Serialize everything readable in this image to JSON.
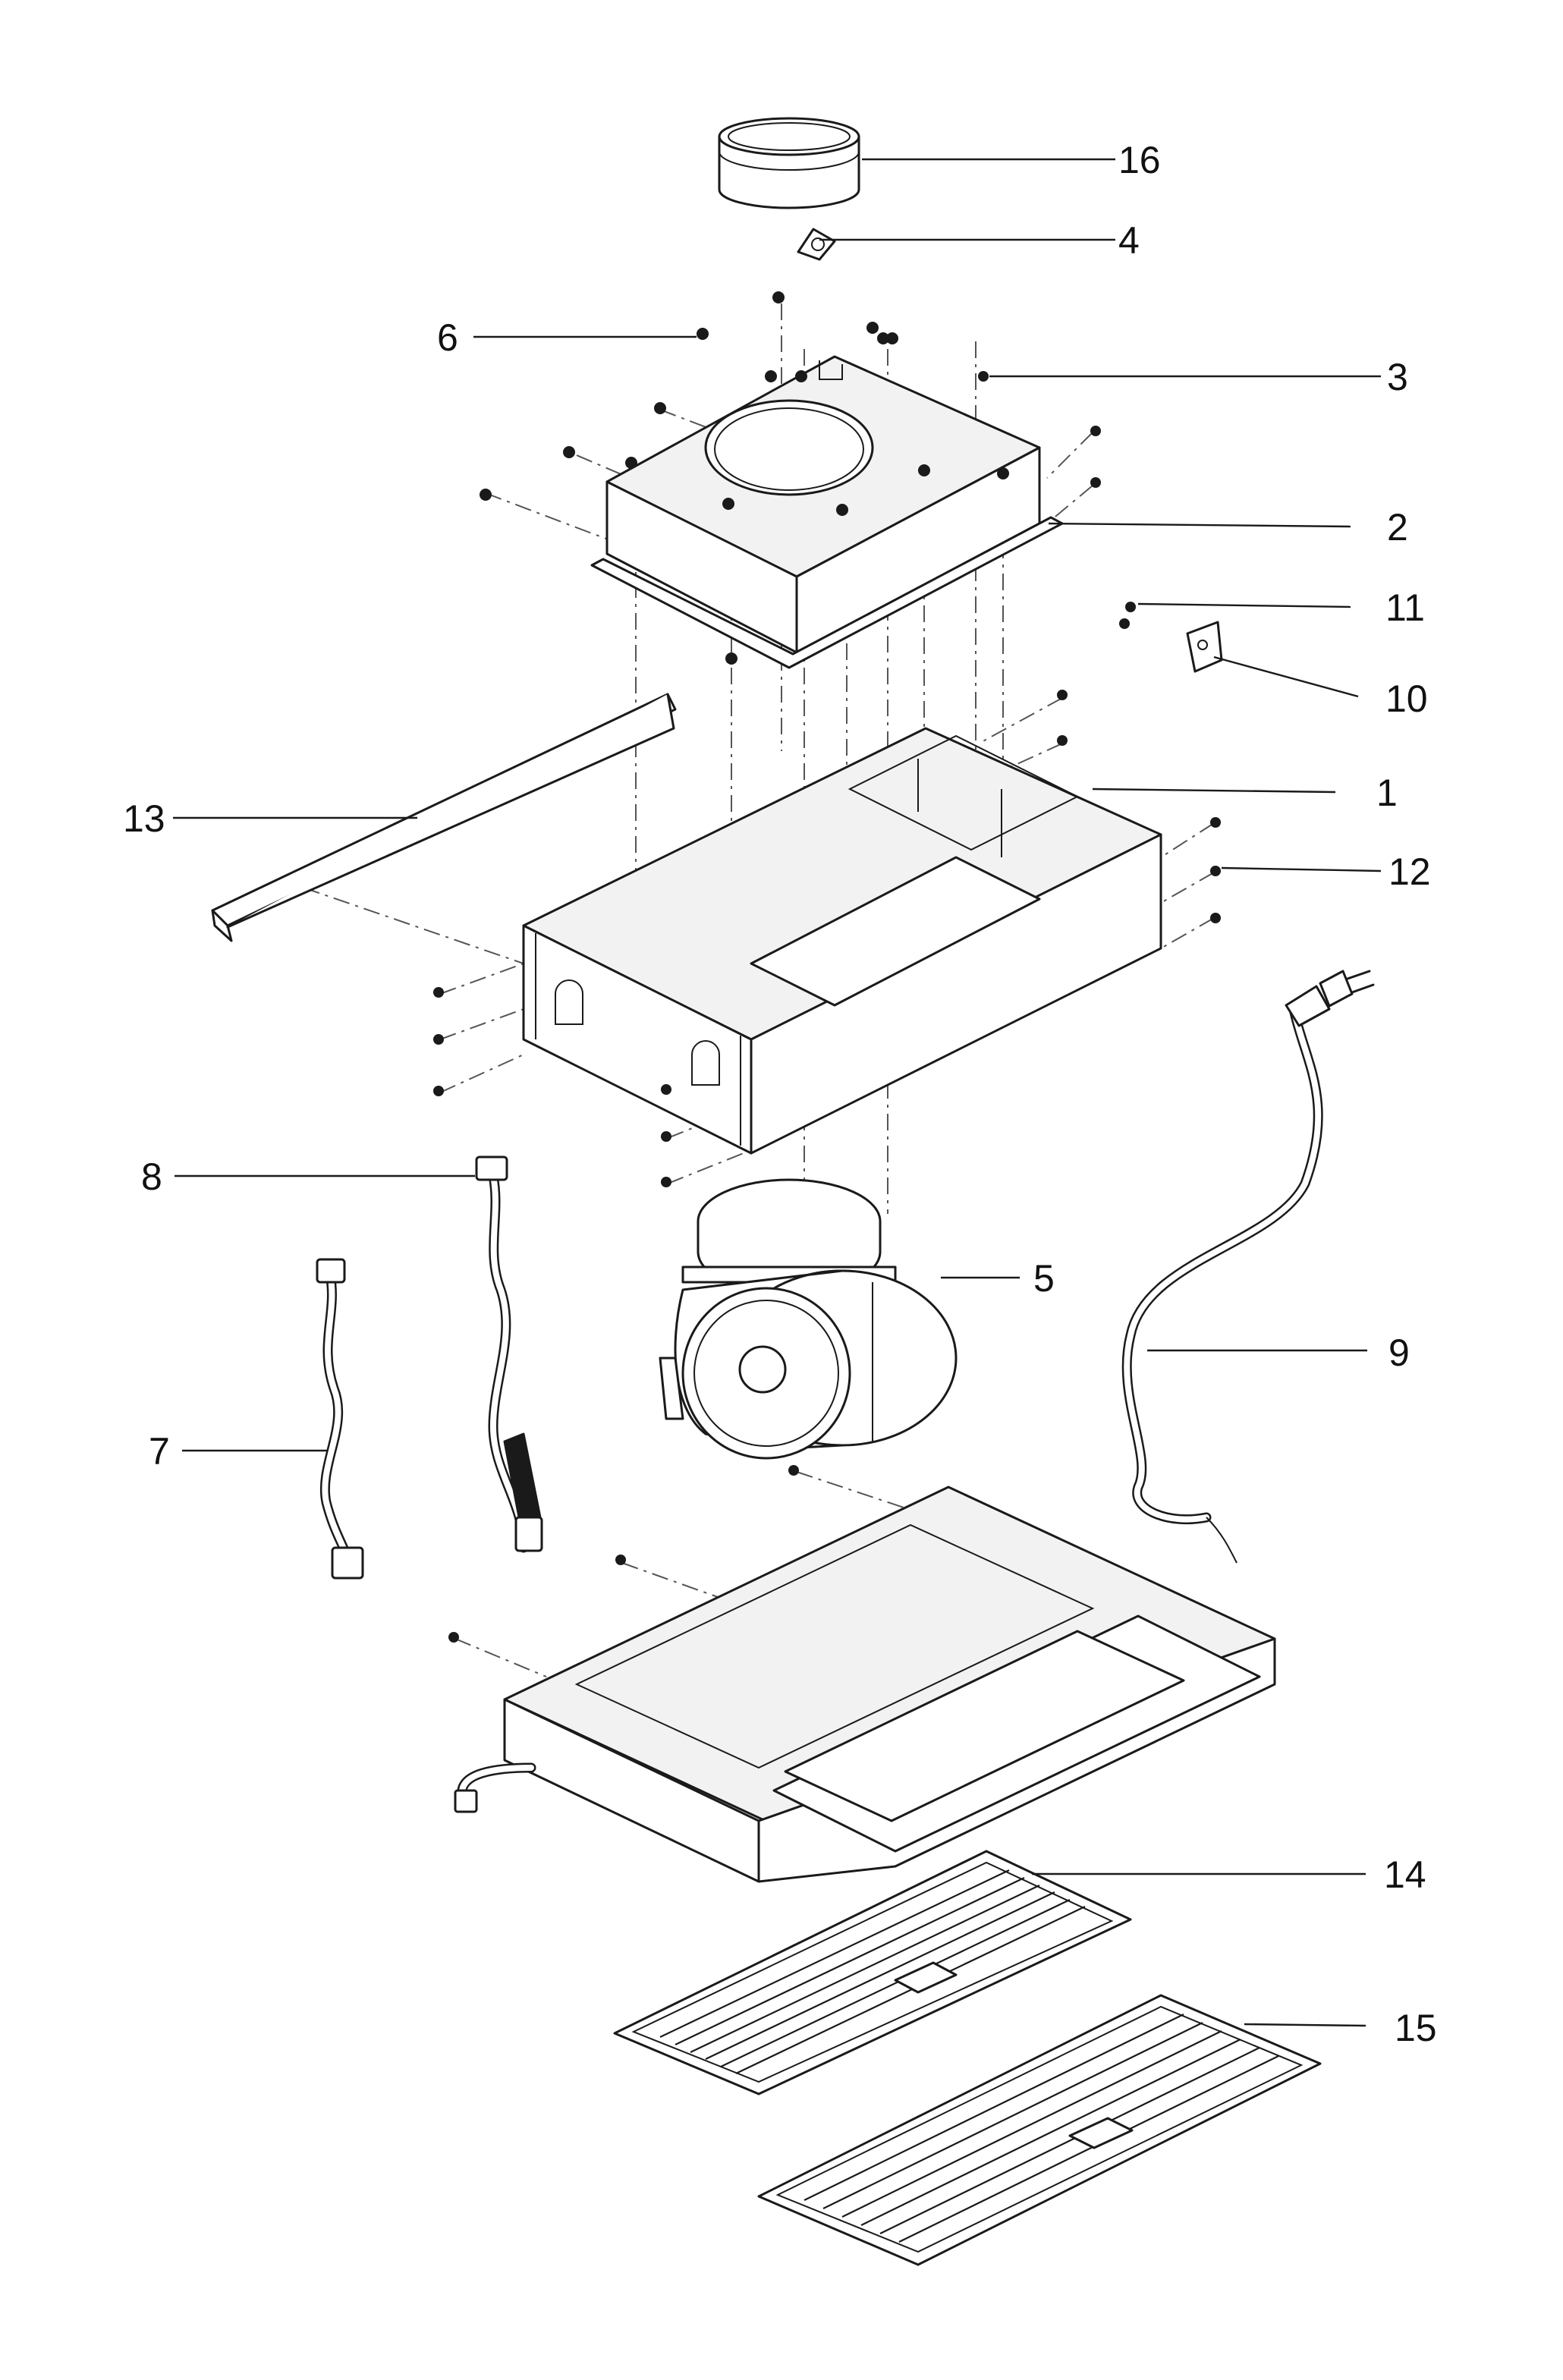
{
  "diagram": {
    "callouts": [
      {
        "id": "16",
        "label": "16"
      },
      {
        "id": "4",
        "label": "4"
      },
      {
        "id": "6",
        "label": "6"
      },
      {
        "id": "3",
        "label": "3"
      },
      {
        "id": "2",
        "label": "2"
      },
      {
        "id": "11",
        "label": "11"
      },
      {
        "id": "10",
        "label": "10"
      },
      {
        "id": "13",
        "label": "13"
      },
      {
        "id": "1",
        "label": "1"
      },
      {
        "id": "12",
        "label": "12"
      },
      {
        "id": "8",
        "label": "8"
      },
      {
        "id": "5",
        "label": "5"
      },
      {
        "id": "9",
        "label": "9"
      },
      {
        "id": "7",
        "label": "7"
      },
      {
        "id": "14",
        "label": "14"
      },
      {
        "id": "15",
        "label": "15"
      }
    ]
  }
}
